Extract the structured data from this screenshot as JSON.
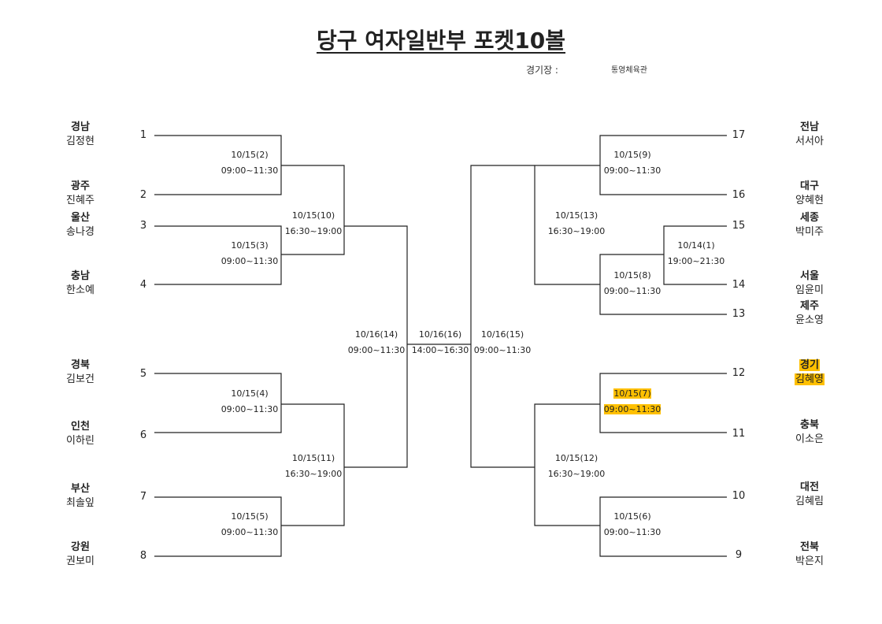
{
  "title": "당구 여자일반부 포켓10볼",
  "venue": {
    "label": "경기장 :",
    "value": "통영체육관"
  },
  "left_teams": [
    {
      "seed": "1",
      "region": "경남",
      "player": "김정현"
    },
    {
      "seed": "2",
      "region": "광주",
      "player": "진혜주"
    },
    {
      "seed": "3",
      "region": "울산",
      "player": "송나경"
    },
    {
      "seed": "4",
      "region": "충남",
      "player": "한소예"
    },
    {
      "seed": "5",
      "region": "경북",
      "player": "김보건"
    },
    {
      "seed": "6",
      "region": "인천",
      "player": "이하린"
    },
    {
      "seed": "7",
      "region": "부산",
      "player": "최솔잎"
    },
    {
      "seed": "8",
      "region": "강원",
      "player": "권보미"
    }
  ],
  "right_teams": [
    {
      "seed": "17",
      "region": "전남",
      "player": "서서아"
    },
    {
      "seed": "16",
      "region": "대구",
      "player": "양혜현"
    },
    {
      "seed": "15",
      "region": "세종",
      "player": "박미주"
    },
    {
      "seed": "14",
      "region": "서울",
      "player": "임윤미"
    },
    {
      "seed": "13",
      "region": "제주",
      "player": "윤소영"
    },
    {
      "seed": "12",
      "region": "경기",
      "player": "김혜영",
      "highlight": true
    },
    {
      "seed": "11",
      "region": "충북",
      "player": "이소은"
    },
    {
      "seed": "10",
      "region": "대전",
      "player": "김혜림"
    },
    {
      "seed": "9",
      "region": "전북",
      "player": "박은지"
    }
  ],
  "matches": {
    "m1": {
      "date": "10/14(1)",
      "time": "19:00~21:30"
    },
    "m2": {
      "date": "10/15(2)",
      "time": "09:00~11:30"
    },
    "m3": {
      "date": "10/15(3)",
      "time": "09:00~11:30"
    },
    "m4": {
      "date": "10/15(4)",
      "time": "09:00~11:30"
    },
    "m5": {
      "date": "10/15(5)",
      "time": "09:00~11:30"
    },
    "m6": {
      "date": "10/15(6)",
      "time": "09:00~11:30"
    },
    "m7": {
      "date": "10/15(7)",
      "time": "09:00~11:30"
    },
    "m8": {
      "date": "10/15(8)",
      "time": "09:00~11:30"
    },
    "m9": {
      "date": "10/15(9)",
      "time": "09:00~11:30"
    },
    "m10": {
      "date": "10/15(10)",
      "time": "16:30~19:00"
    },
    "m11": {
      "date": "10/15(11)",
      "time": "16:30~19:00"
    },
    "m12": {
      "date": "10/15(12)",
      "time": "16:30~19:00"
    },
    "m13": {
      "date": "10/15(13)",
      "time": "16:30~19:00"
    },
    "m14": {
      "date": "10/16(14)",
      "time": "09:00~11:30"
    },
    "m15": {
      "date": "10/16(15)",
      "time": "09:00~11:30"
    },
    "m16": {
      "date": "10/16(16)",
      "time": "14:00~16:30"
    }
  },
  "colors": {
    "highlight": "#ffc000",
    "line": "#222222"
  }
}
